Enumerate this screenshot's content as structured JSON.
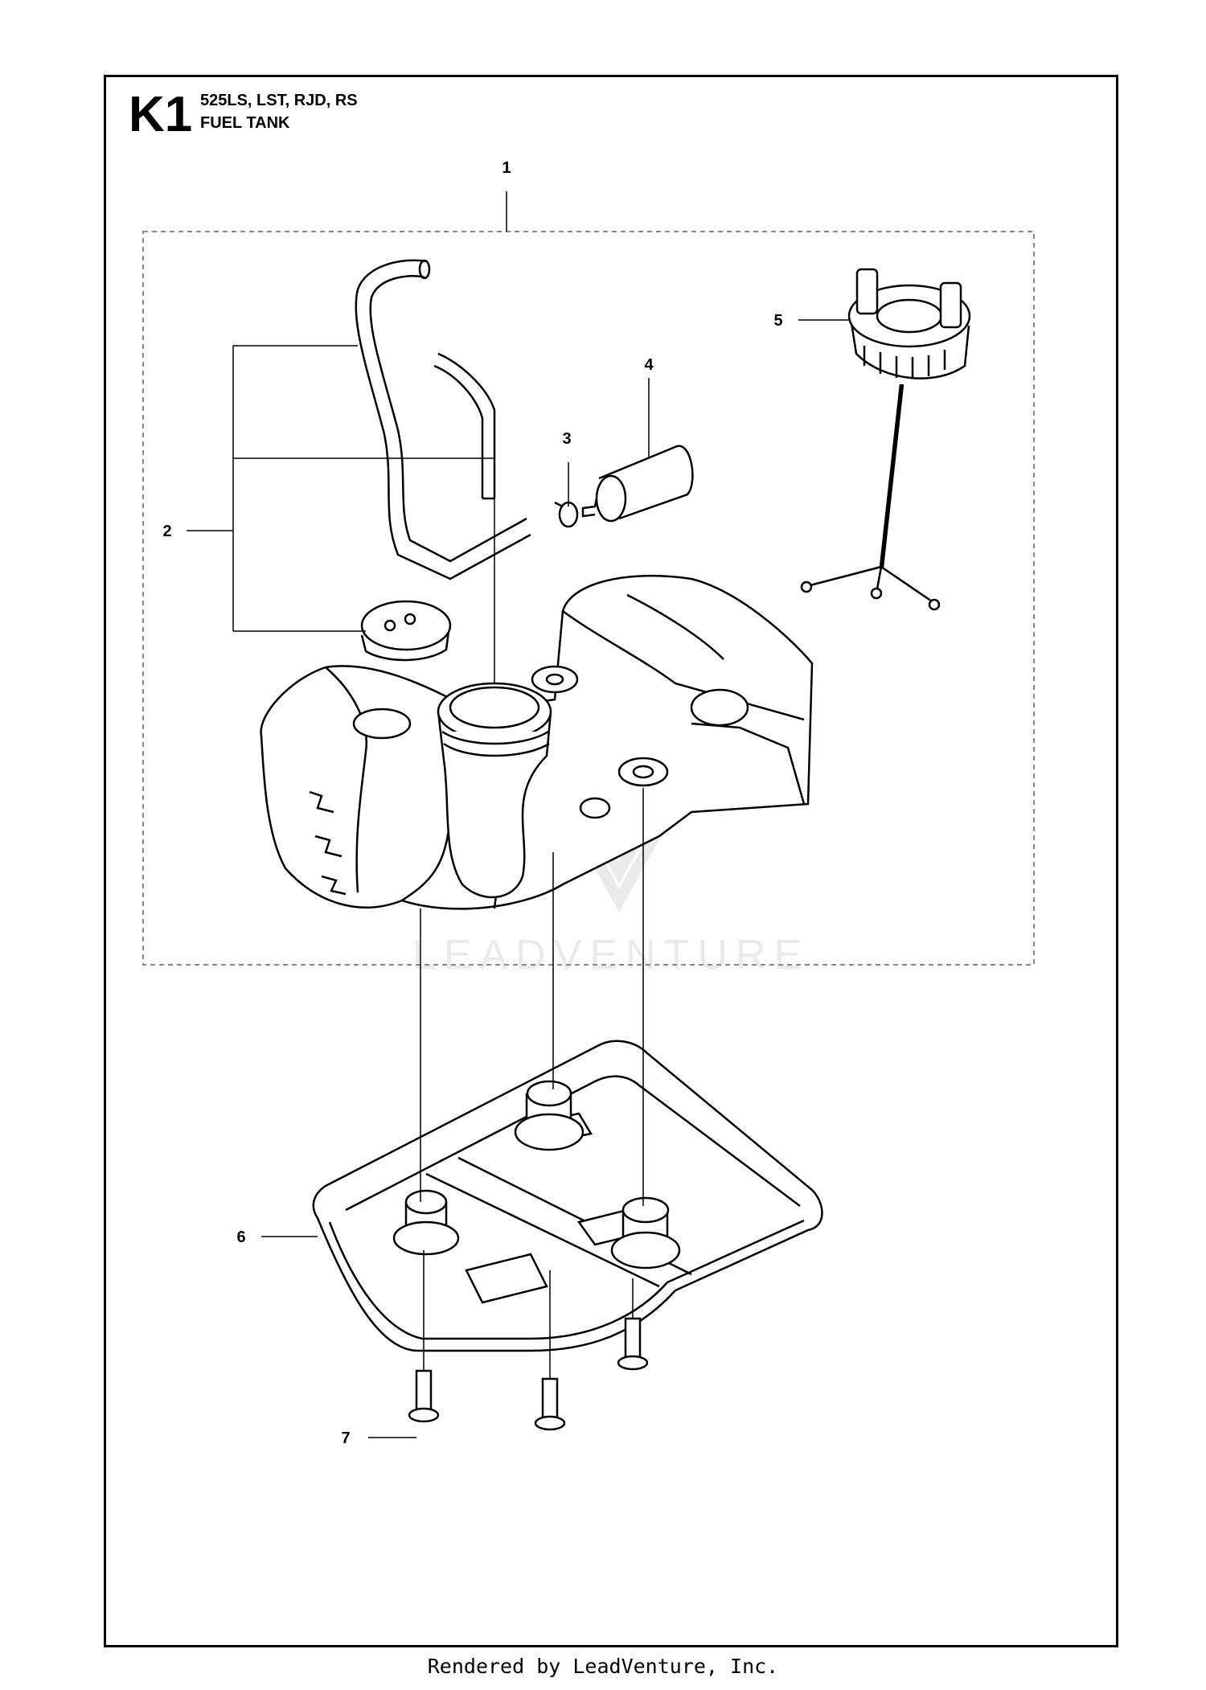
{
  "header": {
    "code": "K1",
    "models": "525LS, LST, RJD, RS",
    "title": "FUEL TANK"
  },
  "callouts": [
    {
      "id": "1",
      "label": "1"
    },
    {
      "id": "2",
      "label": "2"
    },
    {
      "id": "3",
      "label": "3"
    },
    {
      "id": "4",
      "label": "4"
    },
    {
      "id": "5",
      "label": "5"
    },
    {
      "id": "6",
      "label": "6"
    },
    {
      "id": "7",
      "label": "7"
    }
  ],
  "watermark": "LEADVENTURE",
  "footer": "Rendered by LeadVenture, Inc.",
  "colors": {
    "line": "#000000",
    "dashed_box": "#888888",
    "watermark": "#dddddd"
  }
}
